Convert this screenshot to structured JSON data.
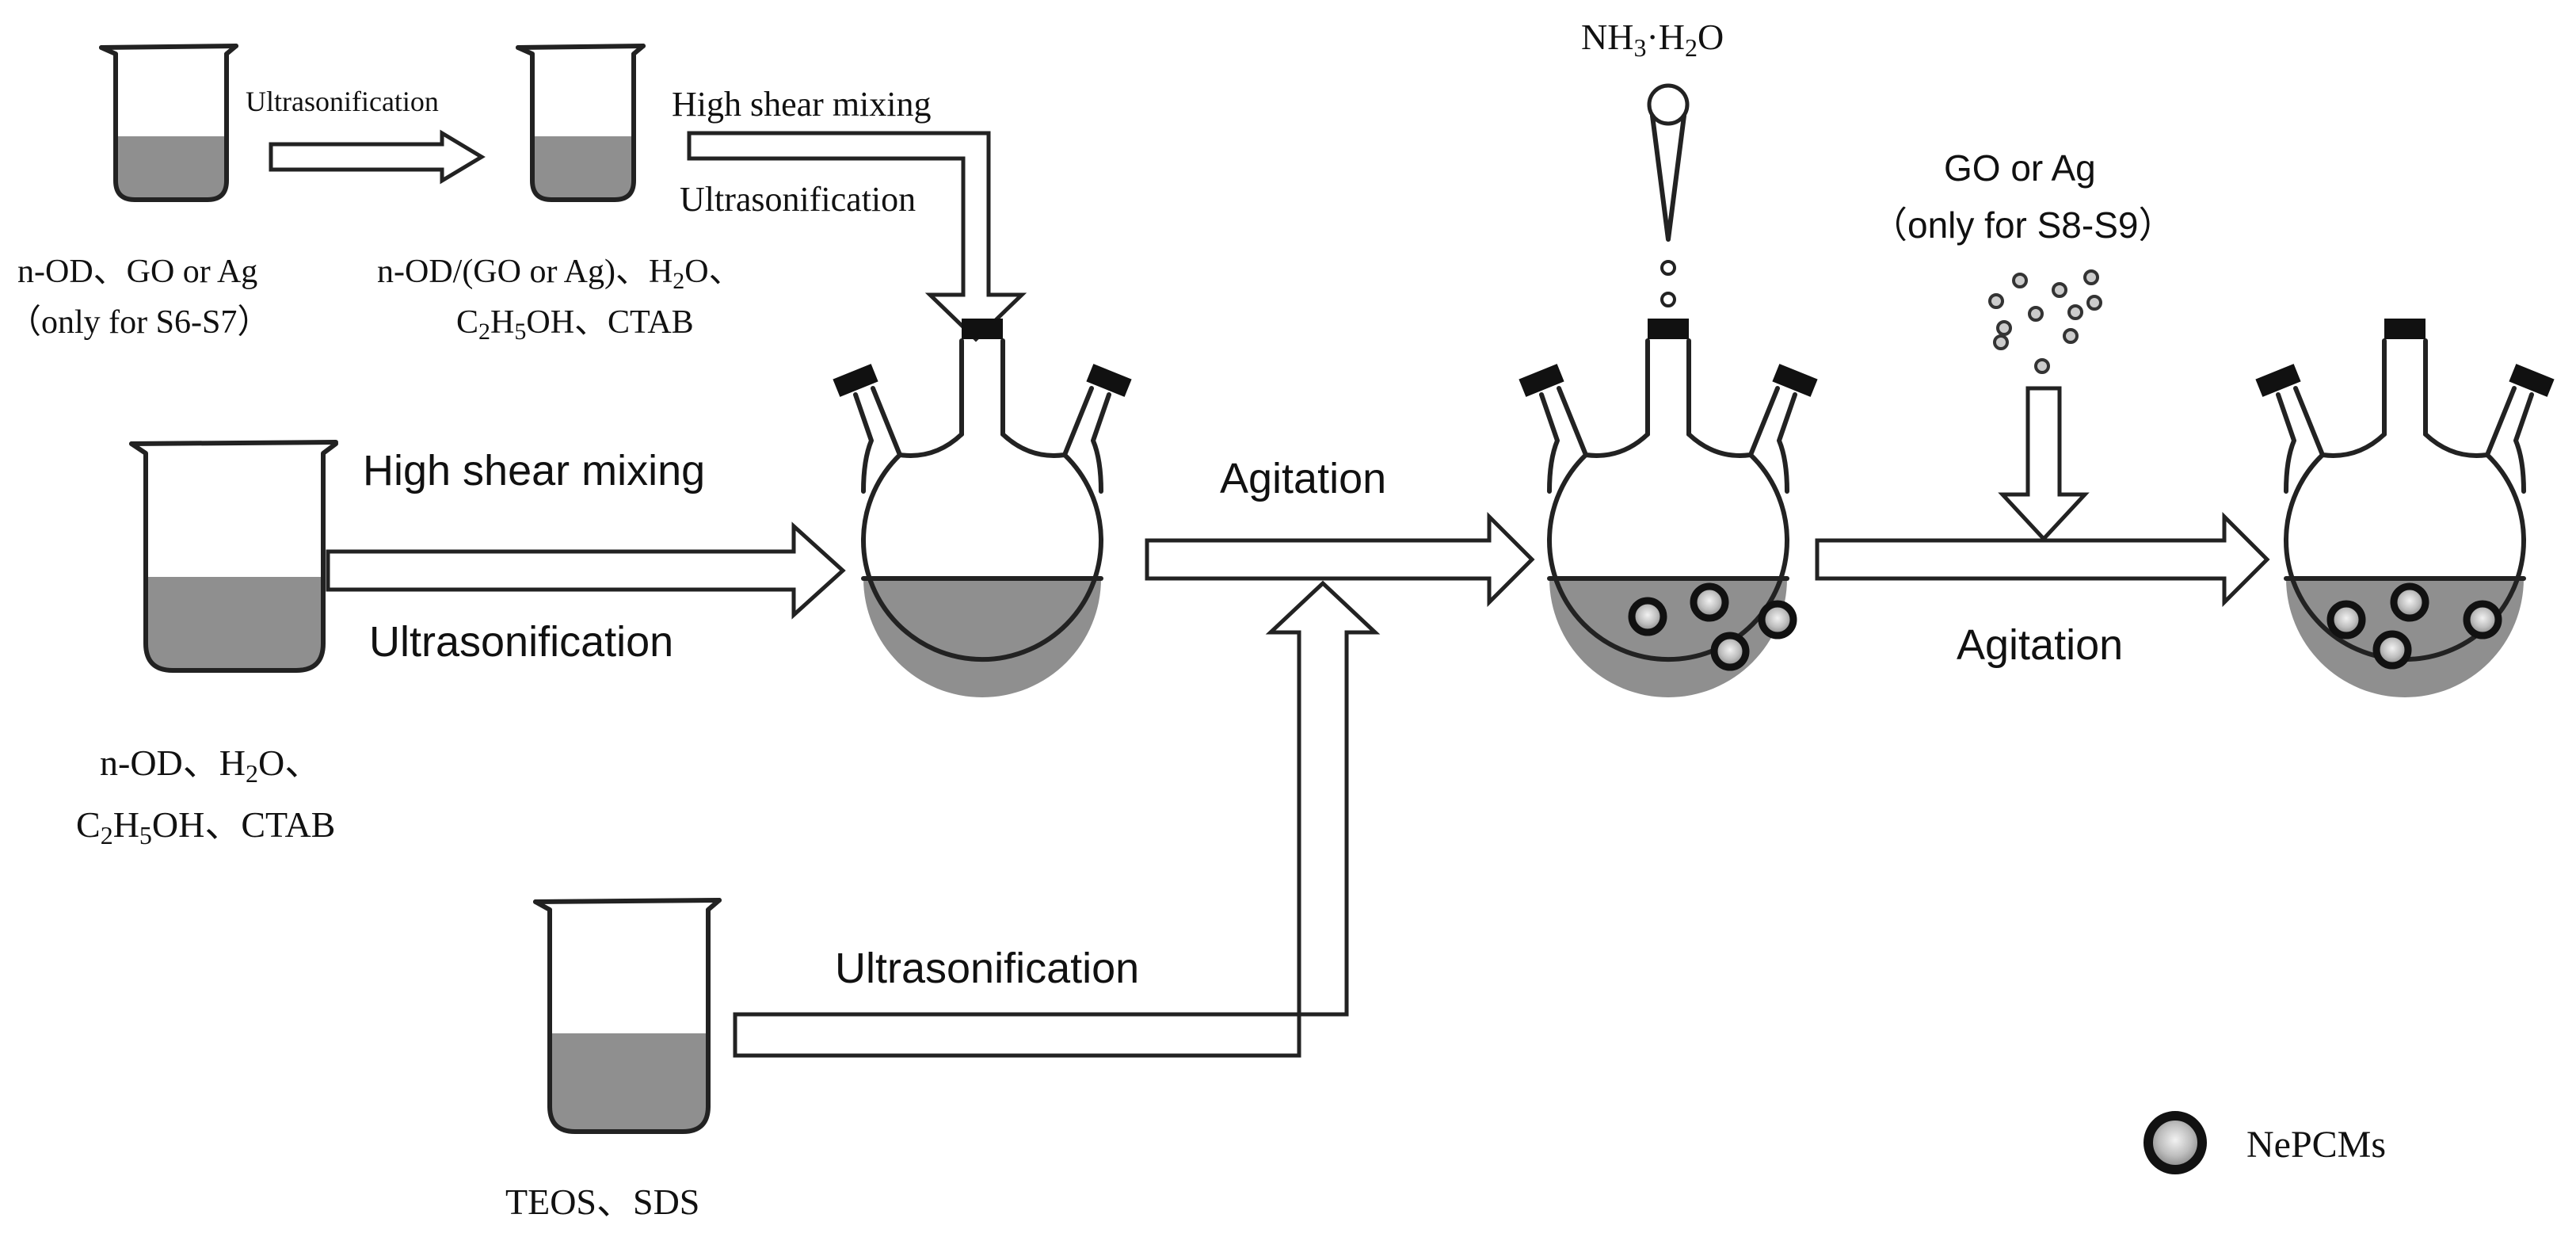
{
  "colors": {
    "liquid": "#8f8f8f",
    "outline": "#222222",
    "particle_ring": "#111111",
    "particle_center": "#e6e6e6",
    "background": "#ffffff"
  },
  "labels": {
    "ultrasonification_small": "Ultrasonification",
    "beaker1_line1": "n-OD、GO or Ag",
    "beaker1_line2": "（only for S6-S7）",
    "beaker2_line1": "n-OD/(GO or Ag)、H",
    "beaker2_line1_sub": "2",
    "beaker2_line1_end": "O、",
    "beaker2_line2_a": "C",
    "beaker2_line2_sub1": "2",
    "beaker2_line2_b": "H",
    "beaker2_line2_sub2": "5",
    "beaker2_line2_c": "OH、CTAB",
    "top_high_shear": "High shear mixing",
    "top_ultrasonification": "Ultrasonification",
    "mid_high_shear": "High shear mixing",
    "mid_ultrasonification": "Ultrasonification",
    "beaker3_line1_a": "n-OD、H",
    "beaker3_line1_sub": "2",
    "beaker3_line1_b": "O、",
    "beaker3_line2_a": "C",
    "beaker3_line2_sub1": "2",
    "beaker3_line2_b": "H",
    "beaker3_line2_sub2": "5",
    "beaker3_line2_c": "OH、CTAB",
    "agitation_1": "Agitation",
    "bottom_ultrasonification": "Ultrasonification",
    "beaker4_label": "TEOS、SDS",
    "ammonia_a": "NH",
    "ammonia_sub1": "3",
    "ammonia_b": "·H",
    "ammonia_sub2": "2",
    "ammonia_c": "O",
    "go_ag_line1": "GO or Ag",
    "go_ag_line2": "（only for S8-S9）",
    "agitation_2": "Agitation",
    "legend_label": "NePCMs"
  },
  "icons": [
    "beaker-icon",
    "three-neck-flask-icon",
    "dropper-icon",
    "particle-icon",
    "arrow-icon"
  ]
}
